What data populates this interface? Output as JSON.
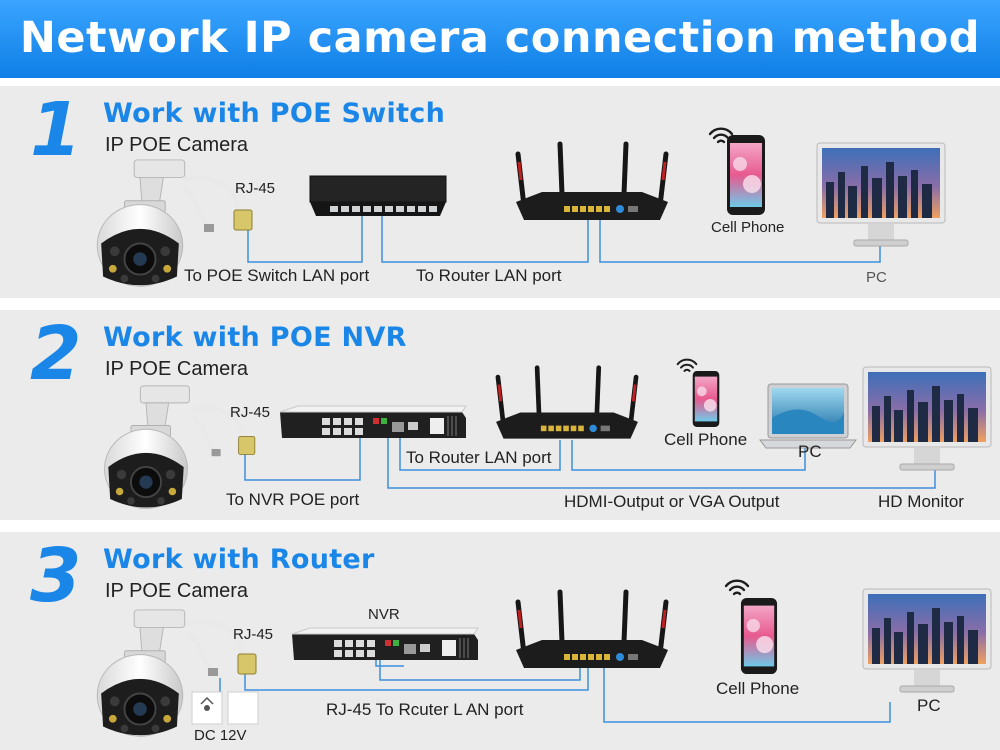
{
  "header": {
    "title": "Network IP camera connection method"
  },
  "panels": [
    {
      "number": "1",
      "title": "Work with POE Switch",
      "subtitle": "IP POE Camera",
      "labels": {
        "rj45": "RJ-45",
        "switch_port": "To POE Switch LAN port",
        "router_port": "To Router LAN port",
        "phone": "Cell Phone",
        "pc": "PC"
      }
    },
    {
      "number": "2",
      "title": "Work with POE NVR",
      "subtitle": "IP POE Camera",
      "labels": {
        "rj45": "RJ-45",
        "nvr_port": "To NVR POE port",
        "router_port": "To Router LAN port",
        "output": "HDMI-Output or VGA Output",
        "phone": "Cell Phone",
        "pc": "PC",
        "monitor": "HD Monitor"
      }
    },
    {
      "number": "3",
      "title": "Work with Router",
      "subtitle": "IP POE Camera",
      "labels": {
        "rj45": "RJ-45",
        "nvr": "NVR",
        "router_port": "RJ-45 To Rcuter L AN port",
        "dc": "DC 12V",
        "phone": "Cell Phone",
        "pc": "PC"
      }
    }
  ],
  "colors": {
    "accent": "#1a86e8",
    "line": "#3d8fe0",
    "panel": "#ebebeb"
  },
  "icons": [
    "ptz-camera-icon",
    "poe-switch-icon",
    "router-icon",
    "nvr-icon",
    "smartphone-icon",
    "wifi-icon",
    "monitor-icon",
    "laptop-icon",
    "power-adapter-icon"
  ]
}
